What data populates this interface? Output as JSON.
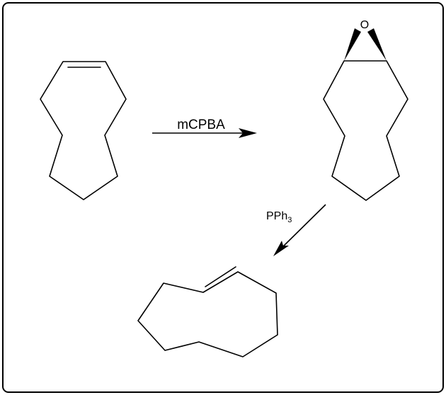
{
  "reaction": {
    "step1_reagent": "mCPBA",
    "step2_reagent_main": "PPh",
    "step2_reagent_subscript": "3",
    "epoxide_oxygen": "O"
  }
}
